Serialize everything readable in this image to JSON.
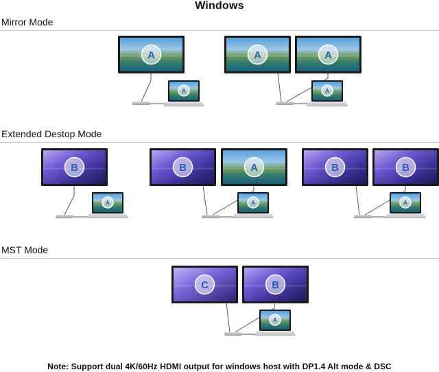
{
  "title": "Windows",
  "sections": [
    {
      "label": "Mirror Mode"
    },
    {
      "label": "Extended Destop Mode"
    },
    {
      "label": "MST Mode"
    }
  ],
  "badges": {
    "a": "A",
    "b": "B",
    "c": "C"
  },
  "note": "Note: Support dual 4K/60Hz HDMI output for windows host with DP1.4 Alt mode & DSC",
  "colors": {
    "badge_fill": "#ffffff",
    "badge_opacity": "0.55",
    "divider": "#c9c9c9",
    "bezel": "#1a1a1a"
  }
}
